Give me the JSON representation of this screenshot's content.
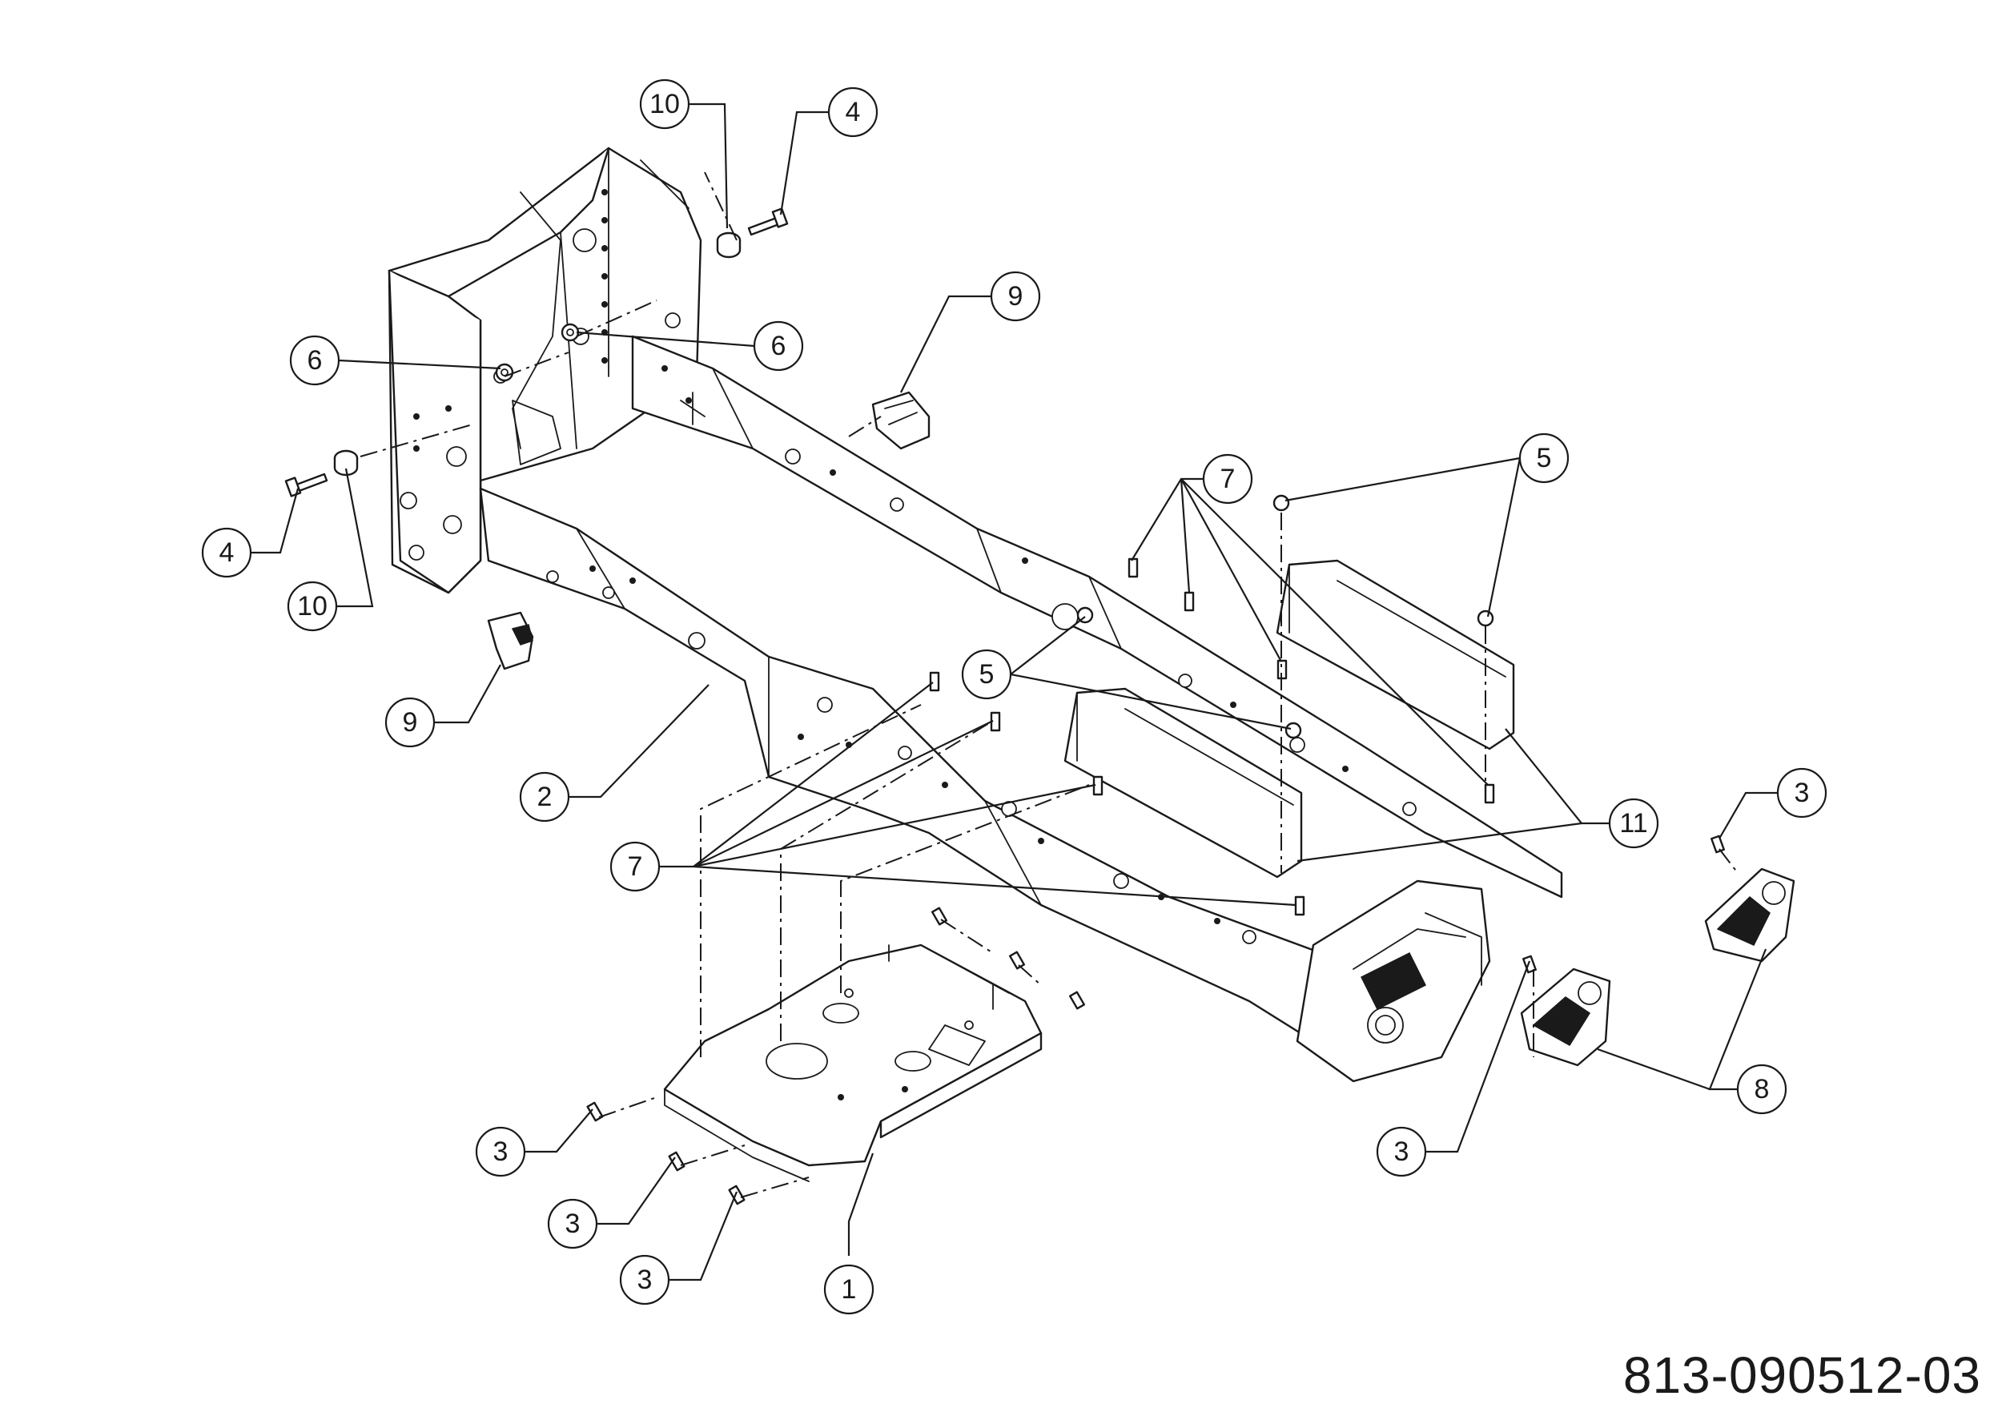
{
  "drawing": {
    "number": "813-090512-03"
  },
  "colors": {
    "line": "#1a1a1a",
    "background": "#ffffff"
  },
  "callouts": [
    {
      "id": "callout-10-top",
      "label": "10"
    },
    {
      "id": "callout-4-top",
      "label": "4"
    },
    {
      "id": "callout-9-top",
      "label": "9"
    },
    {
      "id": "callout-6-left",
      "label": "6"
    },
    {
      "id": "callout-6-center",
      "label": "6"
    },
    {
      "id": "callout-4-left",
      "label": "4"
    },
    {
      "id": "callout-10-left",
      "label": "10"
    },
    {
      "id": "callout-9-left",
      "label": "9"
    },
    {
      "id": "callout-2",
      "label": "2"
    },
    {
      "id": "callout-7-top",
      "label": "7"
    },
    {
      "id": "callout-5-top",
      "label": "5"
    },
    {
      "id": "callout-5-mid",
      "label": "5"
    },
    {
      "id": "callout-7-left",
      "label": "7"
    },
    {
      "id": "callout-11",
      "label": "11"
    },
    {
      "id": "callout-3-right",
      "label": "3"
    },
    {
      "id": "callout-8",
      "label": "8"
    },
    {
      "id": "callout-3-front-right",
      "label": "3"
    },
    {
      "id": "callout-3-a",
      "label": "3"
    },
    {
      "id": "callout-3-b",
      "label": "3"
    },
    {
      "id": "callout-3-c",
      "label": "3"
    },
    {
      "id": "callout-1",
      "label": "1"
    }
  ]
}
